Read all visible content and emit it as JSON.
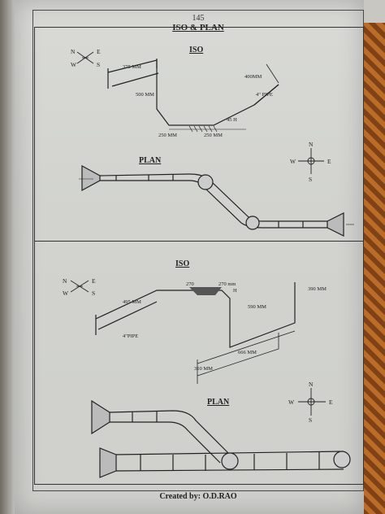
{
  "page": {
    "number": "145",
    "title": "ISO & PLAN",
    "footer": "Created by: O.D.RAO"
  },
  "top_panel": {
    "iso_heading": "ISO",
    "plan_heading": "PLAN",
    "compass_iso": {
      "n": "N",
      "e": "E",
      "w": "W",
      "s": "S"
    },
    "compass_plan": {
      "n": "N",
      "e": "E",
      "w": "W",
      "s": "S"
    },
    "dims": {
      "d1": "375 MM",
      "d2": "500 MM",
      "d3": "400MM",
      "d4": "4\" PIPE",
      "d5": "45 H",
      "d6": "250 MM",
      "d7": "250 MM"
    }
  },
  "bottom_panel": {
    "iso_heading": "ISO",
    "plan_heading": "PLAN",
    "compass_iso": {
      "n": "N",
      "e": "E",
      "w": "W",
      "s": "S"
    },
    "compass_plan": {
      "n": "N",
      "e": "E",
      "w": "W",
      "s": "S"
    },
    "dims": {
      "d1": "495 MM",
      "d2": "270",
      "d3": "270 mm",
      "d4": "H",
      "d5": "390 MM",
      "d6": "590 MM",
      "d7": "4\"PIPE",
      "d8": "666 MM",
      "d9": "310 MM"
    }
  },
  "colors": {
    "ink": "#222222",
    "paper": "#d5d6d2"
  }
}
